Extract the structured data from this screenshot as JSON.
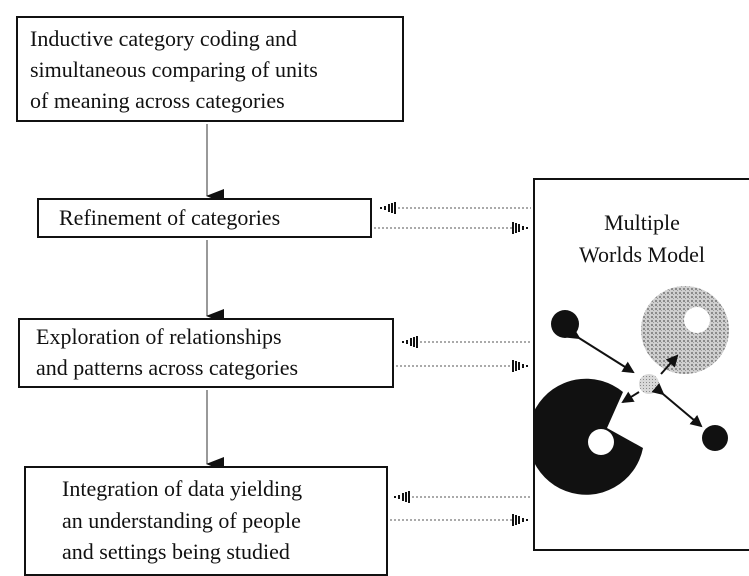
{
  "steps": [
    {
      "lines": [
        "Inductive category coding and",
        "simultaneous comparing of units",
        "of meaning across categories"
      ]
    },
    {
      "lines": [
        "Refinement of categories"
      ]
    },
    {
      "lines": [
        "Exploration of relationships",
        "and patterns across categories"
      ]
    },
    {
      "lines": [
        "Integration of data yielding",
        "an understanding of people",
        "and settings being studied"
      ]
    }
  ],
  "model": {
    "title_lines": [
      "Multiple",
      "Worlds Model"
    ]
  },
  "colors": {
    "line": "#111111",
    "dotted": "#555555",
    "gray_world": "#a8a8a8",
    "center_dot": "#bdbdbd"
  }
}
